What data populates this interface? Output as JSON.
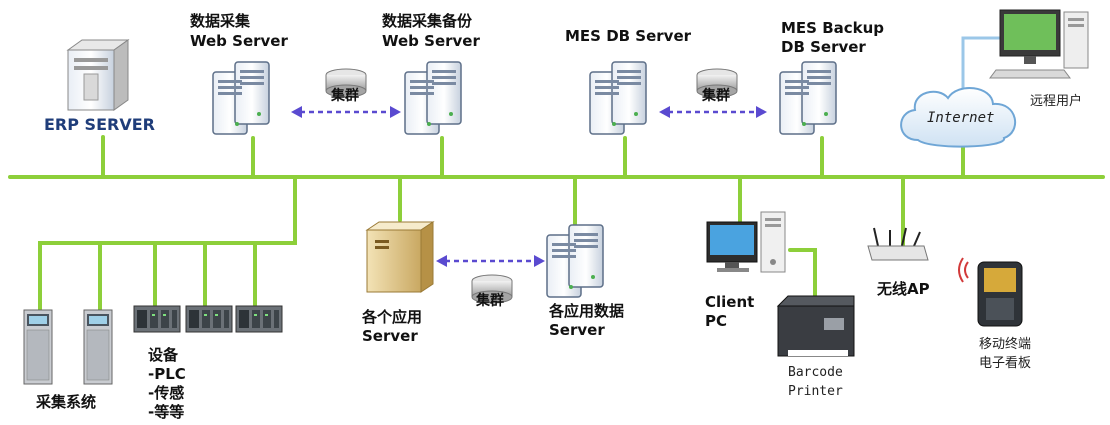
{
  "colors": {
    "network": "#8dcf3a",
    "cluster_arrow": "#5a4ad0",
    "text": "#111111",
    "erp_text": "#1f3d7a"
  },
  "labels": {
    "erp": "ERP SERVER",
    "dc_web_l1": "数据采集",
    "dc_web_l2": "Web Server",
    "dc_backup_l1": "数据采集备份",
    "dc_backup_l2": "Web Server",
    "mes_db": "MES DB Server",
    "mes_backup_l1": "MES Backup",
    "mes_backup_l2": "DB Server",
    "internet": "Internet",
    "remote_user": "远程用户",
    "cluster_1": "集群",
    "cluster_2": "集群",
    "cluster_3": "集群",
    "app_l1": "各个应用",
    "app_l2": "Server",
    "appdata_l1": "各应用数据",
    "appdata_l2": "Server",
    "client_l1": "Client",
    "client_l2": "PC",
    "barcode_l1": "Barcode",
    "barcode_l2": "Printer",
    "wireless_ap": "无线AP",
    "mobile_l1": "移动终端",
    "mobile_l2": "电子看板",
    "collection_system": "采集系统",
    "equipment_l1": "设备",
    "equipment_l2": "-PLC",
    "equipment_l3": "-传感",
    "equipment_l4": "-等等"
  }
}
